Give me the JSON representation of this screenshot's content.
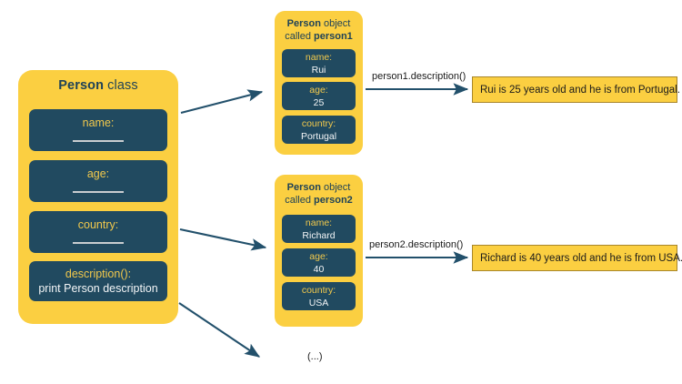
{
  "diagram": {
    "title_absent": true,
    "colors": {
      "yellow_fill": "#FBCF41",
      "navy_fill": "#214A60",
      "navy_text": "#1F4257",
      "key_yellow_text": "#F2C94C",
      "value_white_text": "#F4F6F7",
      "arrow_stroke": "#22506B",
      "callout_border": "#A8862A",
      "underline": "#C9CDD0"
    },
    "class_node": {
      "title_bold": "Person",
      "title_rest": " class",
      "fields": [
        {
          "label": "name:"
        },
        {
          "label": "age:"
        },
        {
          "label": "country:"
        }
      ],
      "method": {
        "name": "description():",
        "body": "print Person description"
      }
    },
    "objects": [
      {
        "title_prefix_bold": "Person",
        "title_prefix_rest": " object",
        "title_second_rest": "called ",
        "title_second_bold": "person1",
        "attributes": [
          {
            "key": "name:",
            "value": "Rui"
          },
          {
            "key": "age:",
            "value": "25"
          },
          {
            "key": "country:",
            "value": "Portugal"
          }
        ],
        "call_label": "person1.description()",
        "output": "Rui is 25 years old and he is from Portugal."
      },
      {
        "title_prefix_bold": "Person",
        "title_prefix_rest": " object",
        "title_second_rest": "called ",
        "title_second_bold": "person2",
        "attributes": [
          {
            "key": "name:",
            "value": "Richard"
          },
          {
            "key": "age:",
            "value": "40"
          },
          {
            "key": "country:",
            "value": "USA"
          }
        ],
        "call_label": "person2.description()",
        "output": "Richard is 40 years old and he is from USA."
      }
    ],
    "more_objects_node": "(...)"
  }
}
